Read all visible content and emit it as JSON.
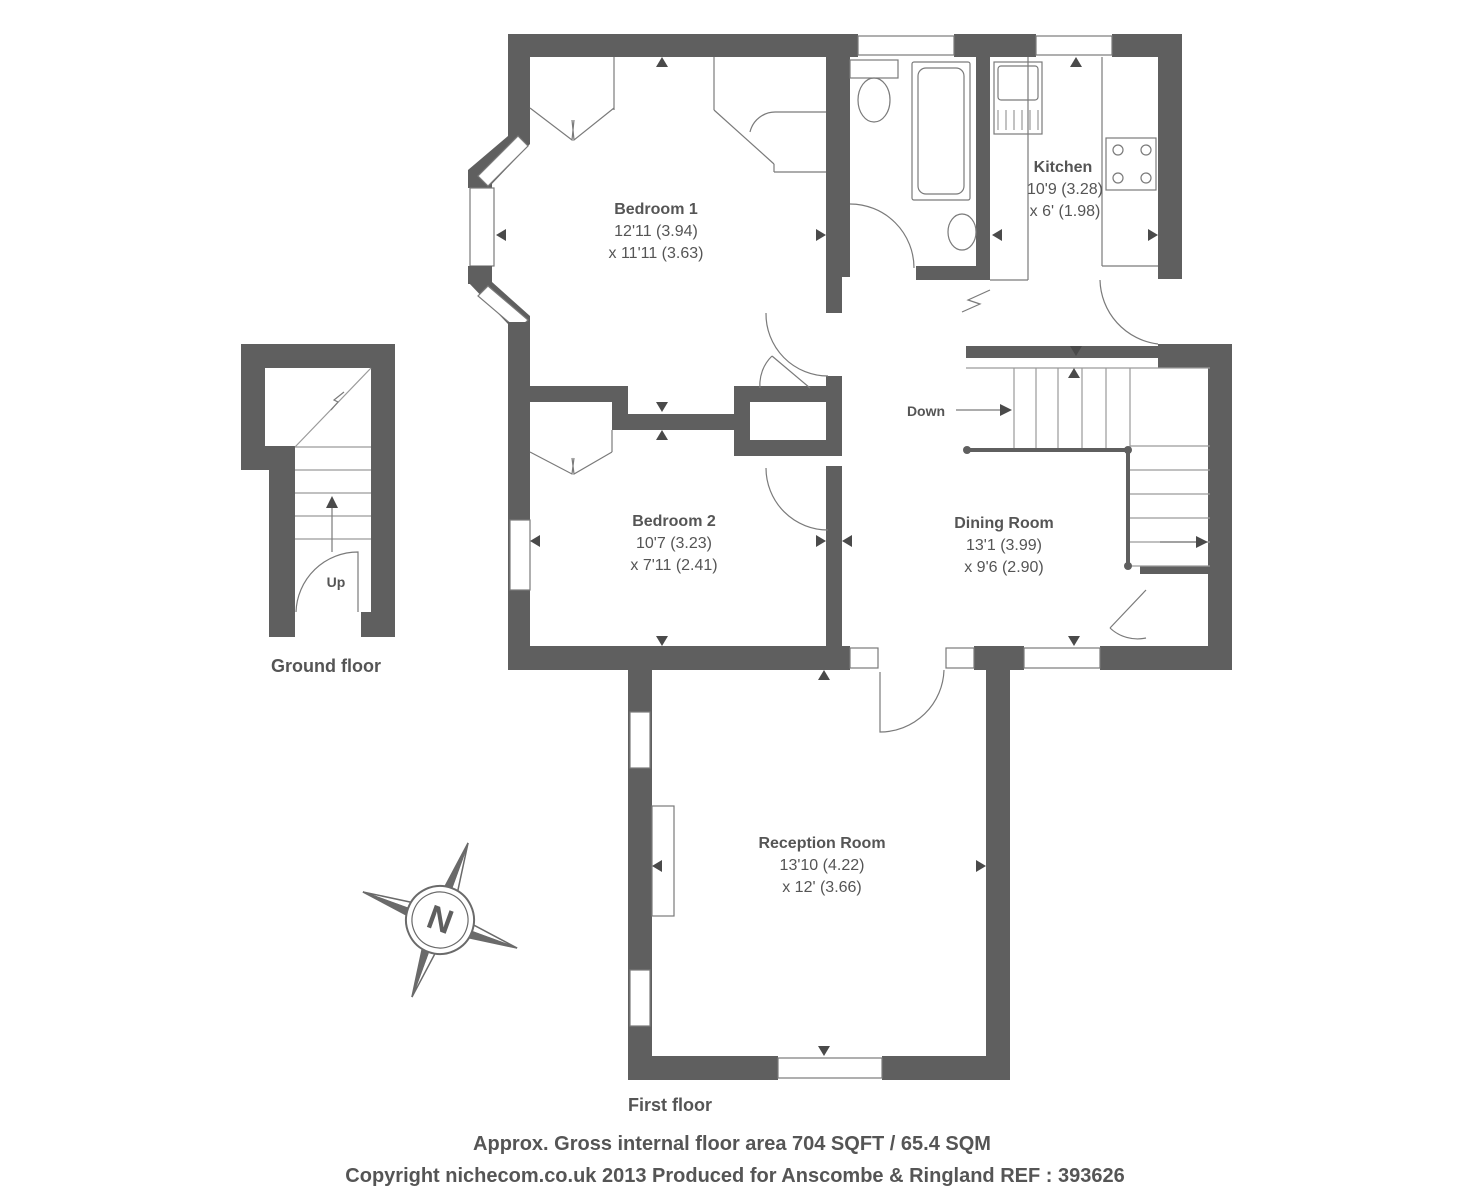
{
  "rooms": {
    "bedroom1": {
      "name": "Bedroom 1",
      "dim1": "12'11 (3.94)",
      "dim2": "x  11'11 (3.63)"
    },
    "bedroom2": {
      "name": "Bedroom 2",
      "dim1": "10'7 (3.23)",
      "dim2": "x 7'11 (2.41)"
    },
    "kitchen": {
      "name": "Kitchen",
      "dim1": "10'9 (3.28)",
      "dim2": "x 6' (1.98)"
    },
    "dining": {
      "name": "Dining Room",
      "dim1": "13'1 (3.99)",
      "dim2": "x 9'6 (2.90)"
    },
    "reception": {
      "name": "Reception Room",
      "dim1": "13'10 (4.22)",
      "dim2": "x 12' (3.66)"
    }
  },
  "labels": {
    "down": "Down",
    "up": "Up"
  },
  "floors": {
    "ground": "Ground floor",
    "first": "First floor"
  },
  "compass": {
    "letter": "N"
  },
  "footer": {
    "area": "Approx. Gross internal floor area 704 SQFT / 65.4 SQM",
    "copyright": "Copyright nichecom.co.uk 2013 Produced for Anscombe & Ringland REF : 393626"
  },
  "colors": {
    "wall": "#5f5f5f",
    "text": "#555555",
    "background": "#ffffff"
  }
}
